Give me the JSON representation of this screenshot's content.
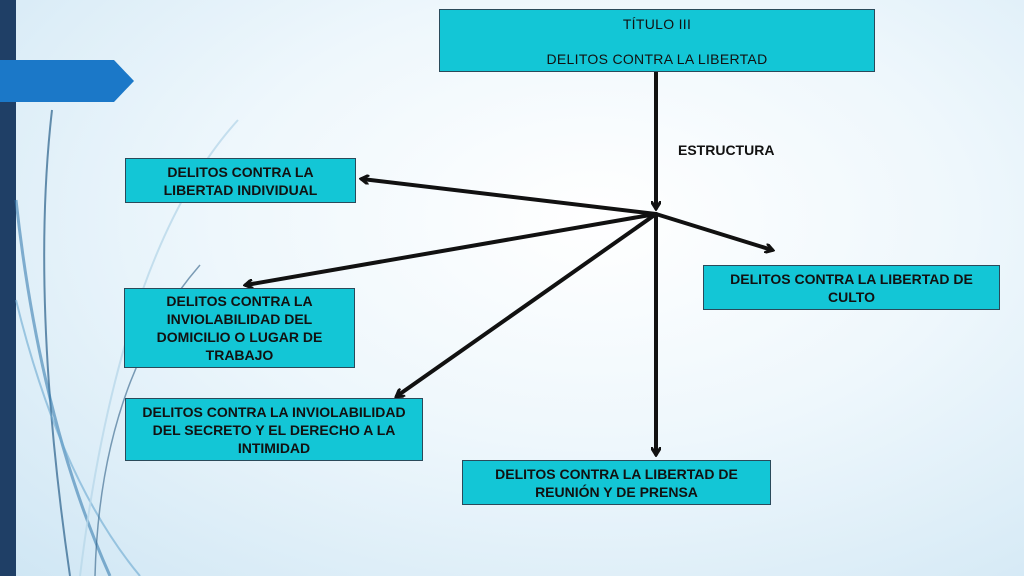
{
  "title": {
    "line1": "TÍTULO III",
    "line2": "DELITOS CONTRA LA LIBERTAD"
  },
  "label": "ESTRUCTURA",
  "boxes": {
    "libertad_individual": "DELITOS CONTRA LA LIBERTAD INDIVIDUAL",
    "domicilio": "DELITOS CONTRA LA INVIOLABILIDAD DEL DOMICILIO O LUGAR DE TRABAJO",
    "secreto": "DELITOS CONTRA LA INVIOLABILIDAD DEL SECRETO Y EL DERECHO A LA INTIMIDAD",
    "reunion": "DELITOS CONTRA LA LIBERTAD DE REUNIÓN Y DE PRENSA",
    "culto": "DELITOS CONTRA LA LIBERTAD DE CULTO"
  },
  "colors": {
    "box_fill": "#13c6d6",
    "accent_tab": "#1b78c8",
    "side_band": "#1f3f66",
    "arrow": "#111111"
  }
}
